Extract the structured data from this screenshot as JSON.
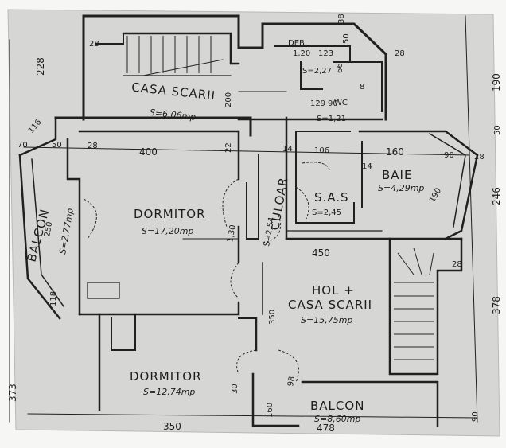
{
  "rooms": {
    "casa_scarii_top": {
      "name": "CASA SCARII",
      "area": "S=6,06mp"
    },
    "deb": {
      "name": "DEB.",
      "area": "S=2,27"
    },
    "wc": {
      "name": "WC",
      "area": "S=1,21"
    },
    "balcon_left": {
      "name": "BALCON",
      "area": "S=2,77mp"
    },
    "dormitor_1": {
      "name": "DORMITOR",
      "area": "S=17,20mp"
    },
    "culoar": {
      "name": "CULOAR",
      "area": "S=2,54"
    },
    "sas": {
      "name": "S.A.S",
      "area": "S=2,45"
    },
    "baie": {
      "name": "BAIE",
      "area": "S=4,29mp"
    },
    "hol": {
      "name": "HOL +",
      "name2": "CASA SCARII",
      "area": "S=15,75mp"
    },
    "dormitor_2": {
      "name": "DORMITOR",
      "area": "S=12,74mp"
    },
    "balcon_bottom": {
      "name": "BALCON",
      "area": "S=8,60mp"
    }
  },
  "dimensions": {
    "d228": "228",
    "d28a": "28",
    "d120": "1,20",
    "d123": "123",
    "d66": "66",
    "d50a": "50",
    "d38": "38",
    "d28b": "28",
    "d190": "190",
    "d116": "116",
    "d70": "70",
    "d50b": "50",
    "d28c": "28",
    "d400": "400",
    "d22": "22",
    "d14a": "14",
    "d106": "106",
    "d14b": "14",
    "d160": "160",
    "d90": "90",
    "d28d": "28",
    "d50c": "50",
    "d246": "246",
    "d250": "250",
    "d129": "129",
    "d90b": "90",
    "d8": "8",
    "d200": "200",
    "d190b": "190",
    "d450": "450",
    "d28e": "28",
    "d118": "118",
    "d378": "378",
    "d350a": "350",
    "d373": "373",
    "d160b": "160",
    "d98": "98",
    "d350b": "350",
    "d478": "478",
    "d90c": "90",
    "d30": "30",
    "d130": "1,30"
  }
}
